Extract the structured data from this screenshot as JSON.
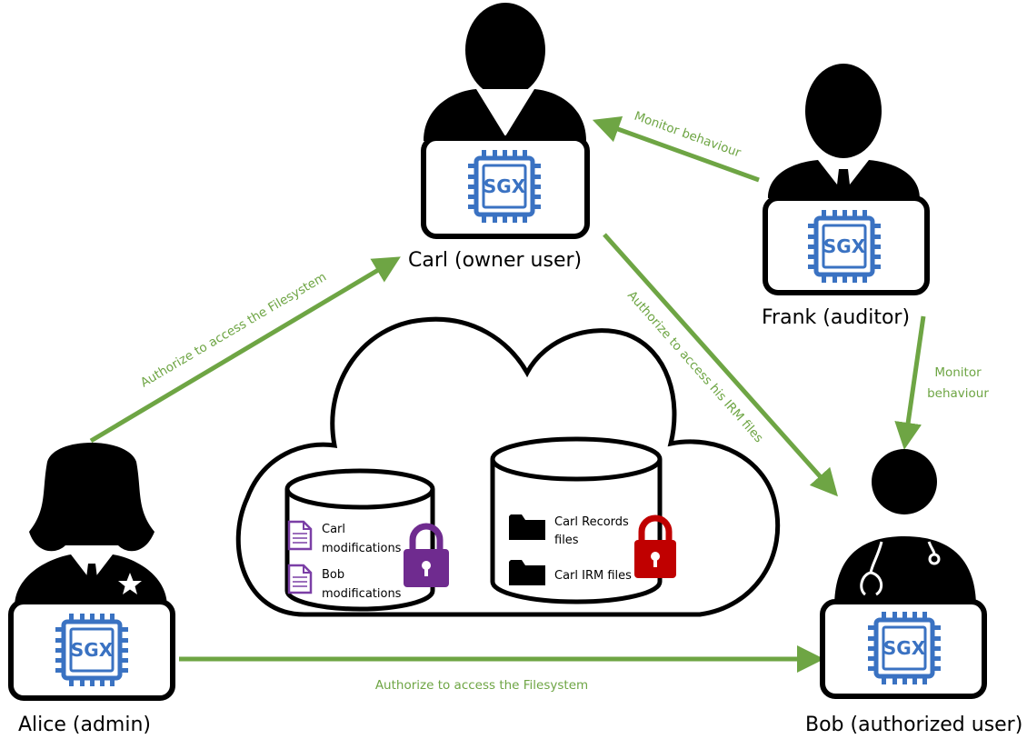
{
  "actors": {
    "carl": {
      "label": "Carl (owner user)"
    },
    "frank": {
      "label": "Frank (auditor)"
    },
    "alice": {
      "label": "Alice (admin)"
    },
    "bob": {
      "label": "Bob (authorized user)"
    }
  },
  "chip_text": "SGX",
  "arrows": {
    "alice_to_carl": "Authorize to access the Filesystem",
    "frank_to_carl": "Monitor behaviour",
    "carl_to_bob": "Authorize to access his IRM files",
    "frank_to_bob_1": "Monitor",
    "frank_to_bob_2": "behaviour",
    "alice_to_bob": "Authorize to access the Filesystem"
  },
  "storage": {
    "left_db": {
      "files": [
        {
          "line1": "Carl",
          "line2": "modifications"
        },
        {
          "line1": "Bob",
          "line2": "modifications"
        }
      ]
    },
    "right_db": {
      "folders": [
        {
          "line1": "Carl Records",
          "line2": "files"
        },
        {
          "line1": "Carl IRM files",
          "line2": ""
        }
      ]
    }
  },
  "colors": {
    "arrow": "#6ea544",
    "chip": "#3a72c2",
    "lock_left": "#6f2b8f",
    "lock_right": "#c00000",
    "file_icon": "#7b3fa6"
  }
}
